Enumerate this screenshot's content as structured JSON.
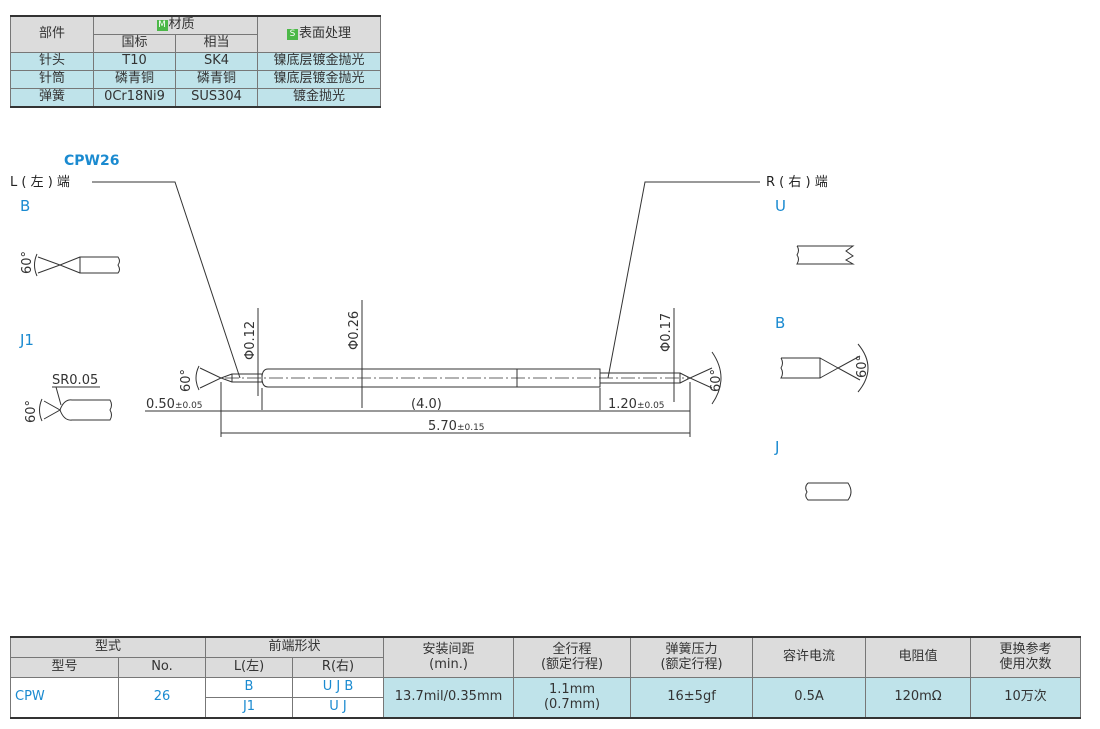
{
  "materials": {
    "headers": {
      "part": "部件",
      "material": "材质",
      "material_badge": "M",
      "std": "国标",
      "equiv": "相当",
      "surface": "表面处理",
      "surface_badge": "S"
    },
    "rows": [
      {
        "part": "针头",
        "std": "T10",
        "equiv": "SK4",
        "surface": "镍底层镀金抛光"
      },
      {
        "part": "针筒",
        "std": "磷青铜",
        "equiv": "磷青铜",
        "surface": "镍底层镀金抛光"
      },
      {
        "part": "弹簧",
        "std": "0Cr18Ni9",
        "equiv": "SUS304",
        "surface": "镀金抛光"
      }
    ]
  },
  "drawing": {
    "model": "CPW26",
    "left_end": "L ( 左 ) 端",
    "right_end": "R ( 右 ) 端",
    "left_types": [
      "B",
      "J1"
    ],
    "right_types": [
      "U",
      "B",
      "J"
    ],
    "angle": "60°",
    "sr": "SR0.05",
    "dia_tip_left": "Φ0.12",
    "dia_body": "Φ0.26",
    "dia_tip_right": "Φ0.17",
    "len_left": "0.50",
    "len_left_tol": "±0.05",
    "len_mid": "(4.0)",
    "len_right": "1.20",
    "len_right_tol": "±0.05",
    "len_total": "5.70",
    "len_total_tol": "±0.15"
  },
  "spec": {
    "headers": {
      "type": "型式",
      "model": "型号",
      "no": "No.",
      "tip": "前端形状",
      "left": "L(左)",
      "right": "R(右)",
      "spacing": "安装间距",
      "spacing2": "(min.)",
      "stroke": "全行程",
      "stroke2": "(额定行程)",
      "force": "弹簧压力",
      "force2": "(额定行程)",
      "current": "容许电流",
      "resistance": "电阻值",
      "life": "更换参考",
      "life2": "使用次数"
    },
    "row": {
      "model": "CPW",
      "no": "26",
      "left1": "B",
      "right1": "U J B",
      "left2": "J1",
      "right2": "U J",
      "spacing": "13.7mil/0.35mm",
      "stroke": "1.1mm",
      "stroke2": "(0.7mm)",
      "force": "16±5gf",
      "current": "0.5A",
      "resistance": "120mΩ",
      "life": "10万次"
    }
  }
}
